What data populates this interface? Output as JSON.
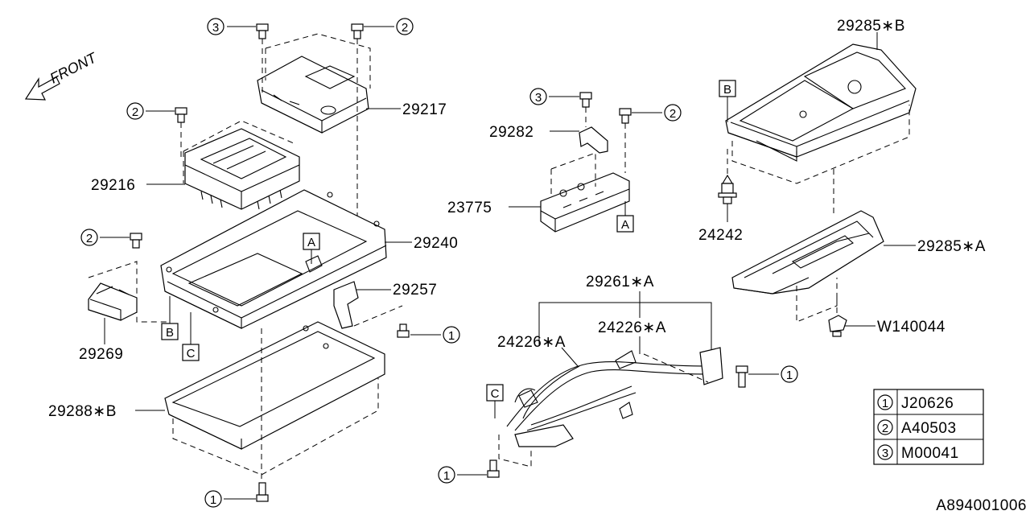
{
  "diagram_id": "A894001006",
  "front_label": "FRONT",
  "parts": {
    "p29217": "29217",
    "p29216": "29216",
    "p29240": "29240",
    "p29257": "29257",
    "p29269": "29269",
    "p29288b": "29288∗B",
    "p29282": "29282",
    "p23775": "23775",
    "p29261a": "29261∗A",
    "p24226a_left": "24226∗A",
    "p24226a_right": "24226∗A",
    "p29285b": "29285∗B",
    "p24242": "24242",
    "p29285a": "29285∗A",
    "pW140044": "W140044"
  },
  "refs": {
    "A": "A",
    "B": "B",
    "C": "C",
    "n1": "1",
    "n2": "2",
    "n3": "3"
  },
  "legend": [
    {
      "num": "1",
      "code": "J20626"
    },
    {
      "num": "2",
      "code": "A40503"
    },
    {
      "num": "3",
      "code": "M00041"
    }
  ]
}
